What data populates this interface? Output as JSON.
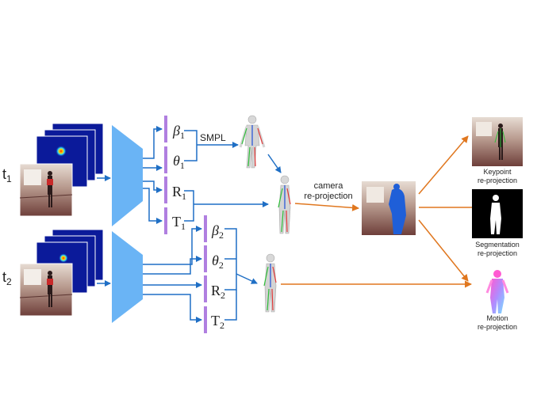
{
  "time_labels": {
    "t1_base": "t",
    "t1_sub": "1",
    "t2_base": "t",
    "t2_sub": "2"
  },
  "params_t1": [
    {
      "sym": "β",
      "sub": "1"
    },
    {
      "sym": "θ",
      "sub": "1"
    },
    {
      "sym": "R",
      "sub": "1"
    },
    {
      "sym": "T",
      "sub": "1"
    }
  ],
  "params_t2": [
    {
      "sym": "β",
      "sub": "2"
    },
    {
      "sym": "θ",
      "sub": "2"
    },
    {
      "sym": "R",
      "sub": "2"
    },
    {
      "sym": "T",
      "sub": "2"
    }
  ],
  "labels": {
    "smpl": "SMPL",
    "camera_line1": "camera",
    "camera_line2": "re-projection",
    "keypoint_line1": "Keypoint",
    "keypoint_line2": "re-projection",
    "segmentation_line1": "Segmentation",
    "segmentation_line2": "re-projection",
    "motion_line1": "Motion",
    "motion_line2": "re-projection"
  },
  "colors": {
    "encoder": "#6ab4f5",
    "param_bar": "#b07fe0",
    "blue_arrow": "#1f6fc5",
    "orange_arrow": "#e0771f",
    "heatmap_bg": "#0b1a9a",
    "room_photo": "#7a5148"
  }
}
